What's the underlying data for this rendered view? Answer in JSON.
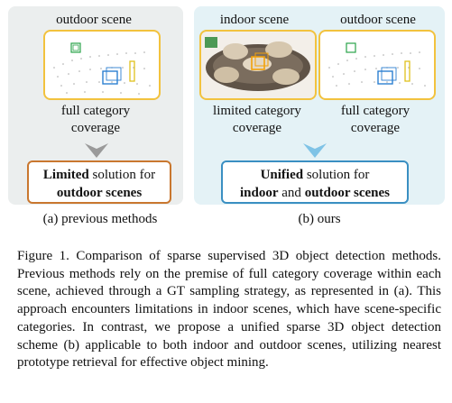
{
  "left": {
    "scene": "outdoor scene",
    "coverage_line1": "full category",
    "coverage_line2": "coverage",
    "solution_bold1": "Limited",
    "solution_rest1": " solution for",
    "solution_bold2": "outdoor scenes",
    "subcaption": "(a) previous methods"
  },
  "right": {
    "scene_indoor": "indoor scene",
    "scene_outdoor": "outdoor scene",
    "coverage_indoor_line1": "limited category",
    "coverage_indoor_line2": "coverage",
    "coverage_outdoor_line1": "full category",
    "coverage_outdoor_line2": "coverage",
    "solution_bold1": "Unified",
    "solution_rest1": " solution for",
    "solution_bold2a": "indoor",
    "solution_mid": " and ",
    "solution_bold2b": "outdoor scenes",
    "subcaption": "(b) ours"
  },
  "caption": "Figure 1.  Comparison of sparse supervised 3D object detection methods. Previous methods rely on the premise of full category coverage within each scene, achieved through a GT sampling strategy, as represented in (a).   This approach encounters limitations in indoor scenes, which have scene-specific categories. In contrast, we propose a unified sparse 3D object detection scheme (b) applicable to both indoor and outdoor scenes, utilizing nearest prototype retrieval for effective object mining.",
  "colors": {
    "left_panel": "#ebeeee",
    "right_panel": "#e4f2f6",
    "thumb_border": "#f2c23e",
    "left_solution_border": "#c9772f",
    "right_solution_border": "#3a8fc2",
    "chevron_gray": "#9a9a9a",
    "chevron_blue": "#7fc3e6"
  }
}
